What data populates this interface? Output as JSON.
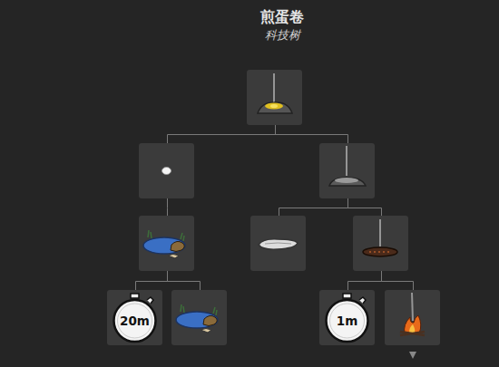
{
  "diagram": {
    "title": "煎蛋卷",
    "nodes": [
      {
        "text": []
      },
      {
        "text": []
      },
      {
        "text": []
      },
      {
        "text": []
      },
      {
        "text": []
      },
      {
        "text": []
      },
      {
        "text": [
          "20m"
        ]
      },
      {
        "text": []
      },
      {
        "text": [
          "1m"
        ]
      },
      {
        "text": []
      }
    ],
    "edges": [
      {
        "from": 0,
        "to": 1,
        "arrow": "none"
      },
      {
        "from": 0,
        "to": 2,
        "arrow": "none"
      },
      {
        "from": 1,
        "to": 3,
        "arrow": "none"
      },
      {
        "from": 2,
        "to": 4,
        "arrow": "none"
      },
      {
        "from": 2,
        "to": 5,
        "arrow": "none"
      },
      {
        "from": 3,
        "to": 6,
        "arrow": "none"
      },
      {
        "from": 3,
        "to": 7,
        "arrow": "none"
      },
      {
        "from": 5,
        "to": 8,
        "arrow": "none"
      },
      {
        "from": 5,
        "to": 9,
        "arrow": "none"
      }
    ],
    "labels": [
      "科技树"
    ]
  }
}
